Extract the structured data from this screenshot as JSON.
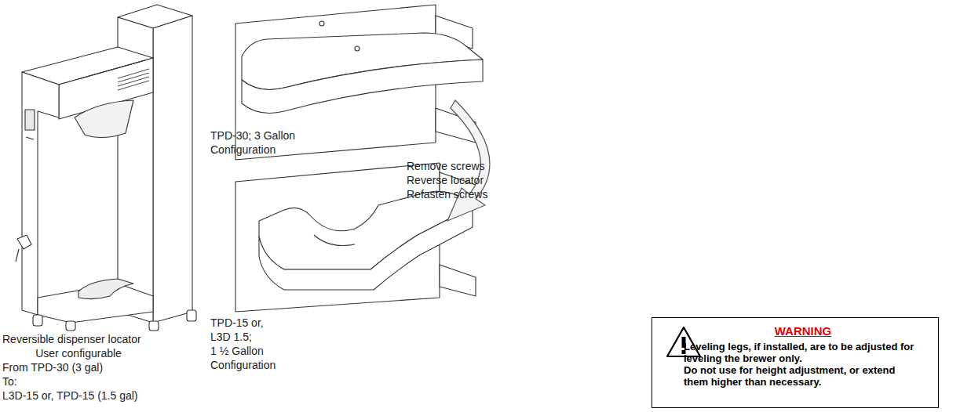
{
  "diagram": {
    "nodes": [
      {
        "text": [
          "WARNING",
          "Leveling legs, if installed, are to be adjusted for leveling the brewer only.",
          "Do not use for height adjustment, or extend them higher than necessary."
        ]
      }
    ],
    "labels": [
      "TPD-30; 3 Gallon",
      "Configuration",
      "Remove screws",
      "Reverse locator",
      "Refasten screws",
      "Reversible dispenser locator",
      "User configurable",
      "From TPD-30 (3 gal)",
      "To:",
      "L3D-15 or, TPD-15 (1.5 gal)",
      "TPD-15 or,",
      "L3D 1.5;",
      "1 ½ Gallon",
      "Configuration"
    ]
  }
}
